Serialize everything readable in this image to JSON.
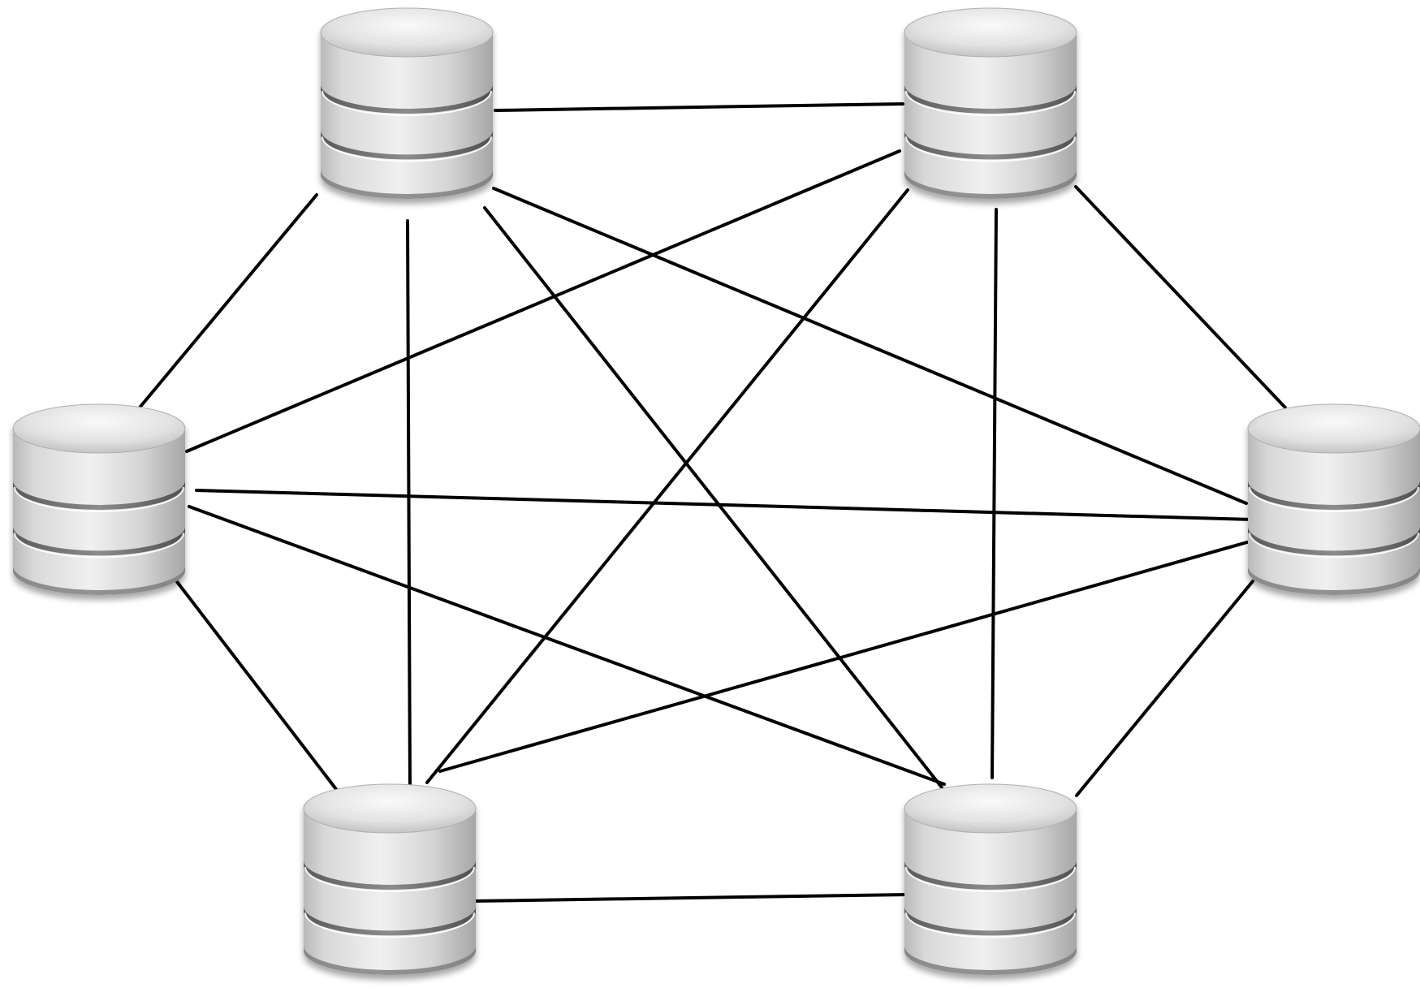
{
  "diagram": {
    "type": "mesh-network",
    "nodes": [
      {
        "id": "top-left",
        "icon": "database-icon"
      },
      {
        "id": "top-right",
        "icon": "database-icon"
      },
      {
        "id": "middle-left",
        "icon": "database-icon"
      },
      {
        "id": "middle-right",
        "icon": "database-icon"
      },
      {
        "id": "bottom-left",
        "icon": "database-icon"
      },
      {
        "id": "bottom-right",
        "icon": "database-icon"
      }
    ],
    "edges": [
      [
        "top-left",
        "top-right"
      ],
      [
        "top-left",
        "middle-left"
      ],
      [
        "top-left",
        "bottom-left"
      ],
      [
        "top-left",
        "bottom-right"
      ],
      [
        "top-left",
        "middle-right"
      ],
      [
        "top-right",
        "middle-left"
      ],
      [
        "top-right",
        "bottom-left"
      ],
      [
        "top-right",
        "bottom-right"
      ],
      [
        "top-right",
        "middle-right"
      ],
      [
        "middle-left",
        "middle-right"
      ],
      [
        "middle-left",
        "bottom-right"
      ],
      [
        "middle-left",
        "bottom-left"
      ],
      [
        "middle-right",
        "bottom-left"
      ],
      [
        "middle-right",
        "bottom-right"
      ],
      [
        "bottom-left",
        "bottom-right"
      ]
    ],
    "colors": {
      "edge": "#000000",
      "node_light": "#f2f2f2",
      "node_mid": "#cfcfcf",
      "node_dark": "#8a8a8a",
      "band": "#6e6e6e",
      "background": "#ffffff"
    }
  }
}
